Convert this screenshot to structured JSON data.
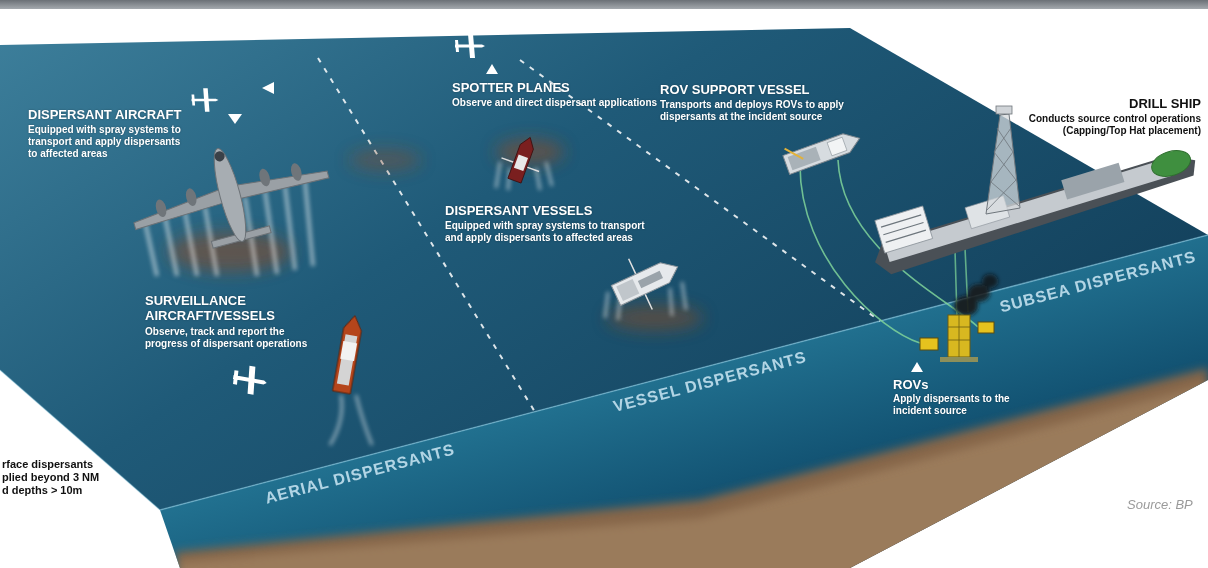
{
  "diagram": {
    "labels": [
      "SPOTTER PLANES",
      "Observe and direct dispersant applications",
      "DISPERSANT AIRCRAFT",
      "Equipped with spray systems to transport and apply dispersants to affected areas",
      "ROV SUPPORT VESSEL",
      "Transports and deploys ROVs to apply dispersants at the incident source",
      "DRILL SHIP",
      "Conducts source control operations (Capping/Top Hat placement)",
      "DISPERSANT VESSELS",
      "Equipped with spray systems to transport and apply dispersants to affected areas",
      "SURVEILLANCE AIRCRAFT/VESSELS",
      "Observe, track and report the progress of dispersant operations",
      "SUBSEA DISPERSANTS",
      "VESSEL DISPERSANTS",
      "ROVs",
      "Apply dispersants to the incident source",
      "AERIAL DISPERSANTS",
      "rface dispersants plied beyond 3 NM d depths > 10m",
      "Source: BP"
    ]
  }
}
